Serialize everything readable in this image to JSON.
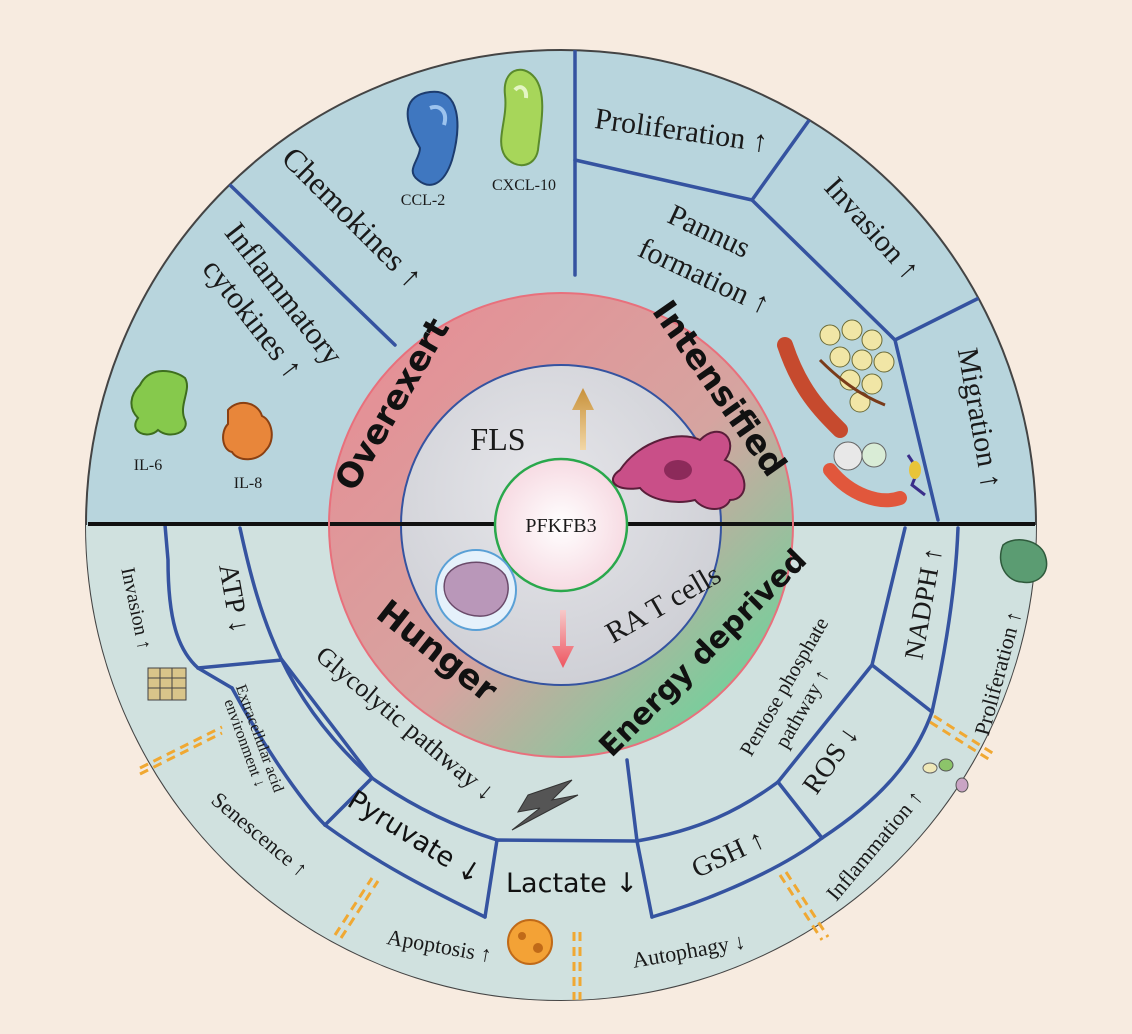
{
  "center": {
    "label": "PFKFB3"
  },
  "inner": {
    "top": "FLS",
    "bottom": "RA T cells"
  },
  "ring": {
    "top_left": "Overexert",
    "top_right": "Intensified",
    "bottom_left": "Hunger",
    "bottom_right": "Energy deprived"
  },
  "fls_outcomes": {
    "chemokines": "Chemokines ↑",
    "ccl2": "CCL-2",
    "cxcl10": "CXCL-10",
    "cytokines_line1": "Inflammatory",
    "cytokines_line2": "cytokines ↑",
    "il6": "IL-6",
    "il8": "IL-8",
    "proliferation": "Proliferation ↑",
    "invasion": "Invasion ↑",
    "pannus_line1": "Pannus",
    "pannus_line2": "formation ↑",
    "migration": "Migration ↑"
  },
  "t_cell_metabolism": {
    "atp": "ATP ↓",
    "extracellular_line1": "Extracellular acid",
    "extracellular_line2": "environment ↓",
    "glycolytic": "Glycolytic pathway ↓",
    "pyruvate": "Pyruvate ↓",
    "lactate": "Lactate ↓",
    "gsh": "GSH ↑",
    "ros": "ROS ↓",
    "pentose_line1": "Pentose phosphate",
    "pentose_line2": "pathway ↑",
    "nadph": "NADPH ↑"
  },
  "t_cell_outcomes": {
    "invasion": "Invasion ↑",
    "senescence": "Senescence ↑",
    "apoptosis": "Apoptosis ↑",
    "autophagy": "Autophagy ↓",
    "inflammation": "Inflammation ↑",
    "proliferation": "Proliferation ↑"
  },
  "colors": {
    "outer_segment": "#b8d5dd",
    "lower_segment": "#d0e1df",
    "divider": "#3553a0",
    "ring_red": "#e8808a",
    "ring_green": "#5ed89a",
    "dashed": "#f0a832"
  }
}
